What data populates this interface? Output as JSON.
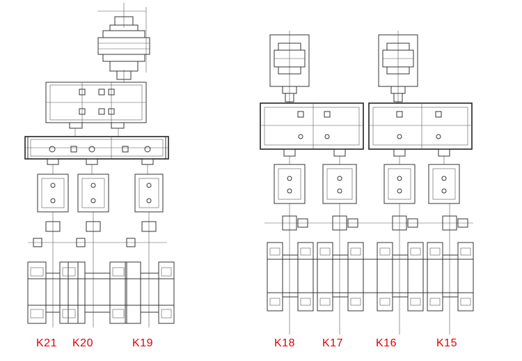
{
  "labels": {
    "k21": "K21",
    "k20": "K20",
    "k19": "K19",
    "k18": "K18",
    "k17": "K17",
    "k16": "K16",
    "k15": "K15"
  },
  "colors": {
    "label": "#e00000",
    "line": "#333333"
  }
}
